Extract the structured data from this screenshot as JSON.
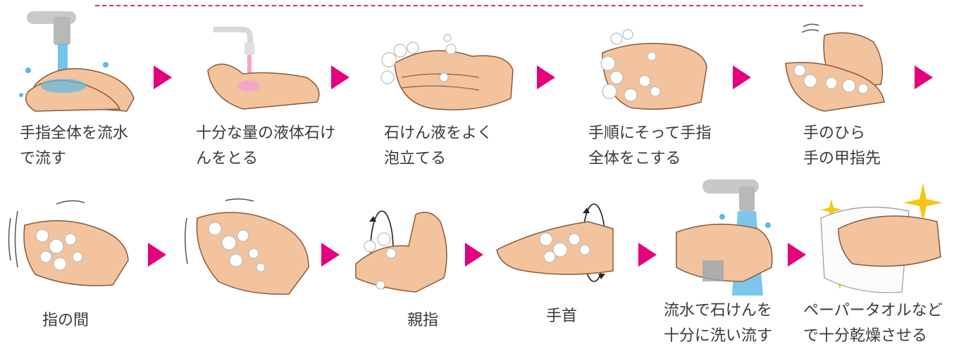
{
  "steps": [
    {
      "id": 1,
      "caption": [
        "手指全体を流水",
        "で流す"
      ]
    },
    {
      "id": 2,
      "caption": [
        "十分な量の液体石け",
        "んをとる"
      ]
    },
    {
      "id": 3,
      "caption": [
        "石けん液をよく",
        "泡立てる"
      ]
    },
    {
      "id": 4,
      "caption": [
        "手順にそって手指",
        "全体をこする"
      ]
    },
    {
      "id": 5,
      "caption": [
        "手のひら",
        "手の甲指先"
      ]
    },
    {
      "id": 6,
      "caption": [
        "指の間"
      ]
    },
    {
      "id": 7,
      "caption": [
        ""
      ]
    },
    {
      "id": 8,
      "caption": [
        "親指"
      ]
    },
    {
      "id": 9,
      "caption": [
        "手首"
      ]
    },
    {
      "id": 10,
      "caption": [
        "流水で石けんを",
        "十分に洗い流す"
      ]
    },
    {
      "id": 11,
      "caption": [
        "ペーパータオルなど",
        "で十分乾燥させる"
      ]
    }
  ],
  "colors": {
    "skin": "#f2c39d",
    "skin_line": "#8a5a3c",
    "water": "#5bb8e6",
    "soap_pink": "#f4a6c8",
    "foam": "#ffffff",
    "arrow": "#e5007e",
    "dashed_line": "#e8314a",
    "faucet": "#c8c8c8",
    "sparkle": "#f5c518"
  },
  "icons": {
    "step_arrow": "right-triangle-arrow",
    "faucet": "faucet-icon",
    "sparkle": "sparkle-icon"
  }
}
